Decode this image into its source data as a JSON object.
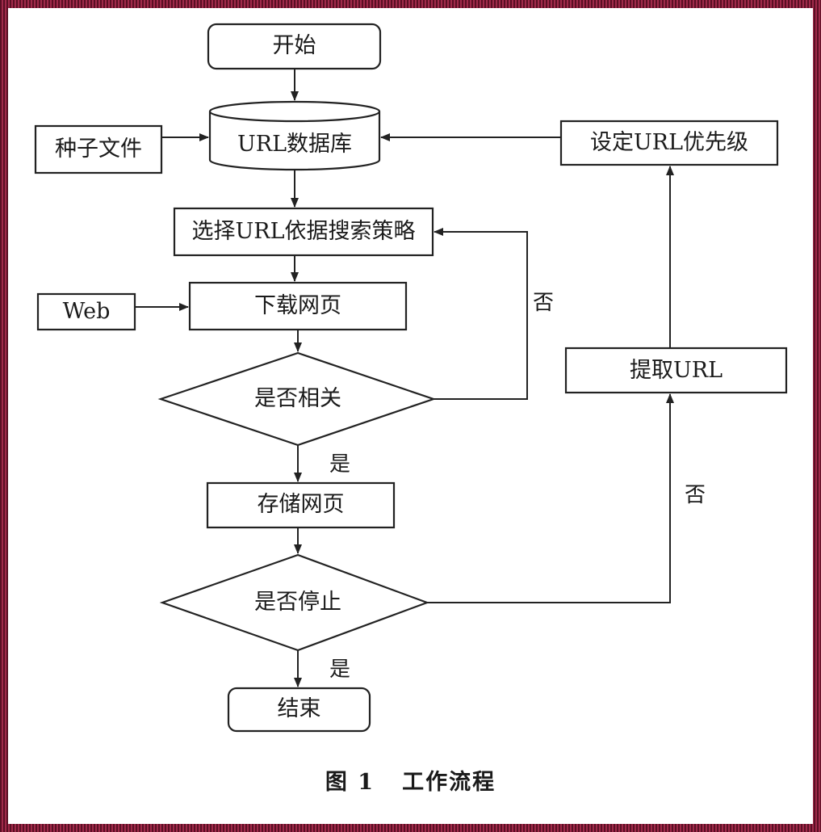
{
  "nodes": {
    "start": "开始",
    "url_db": "URL数据库",
    "seed_file": "种子文件",
    "set_priority": "设定URL优先级",
    "select_url": "选择URL依据搜索策略",
    "web": "Web",
    "download": "下载网页",
    "is_relevant": "是否相关",
    "extract_url": "提取URL",
    "store_page": "存储网页",
    "is_stop": "是否停止",
    "end": "结束"
  },
  "edges": {
    "relevant_no": "否",
    "relevant_yes": "是",
    "stop_no": "否",
    "stop_yes": "是"
  },
  "caption": {
    "figure": "图 1",
    "title": "工作流程"
  }
}
